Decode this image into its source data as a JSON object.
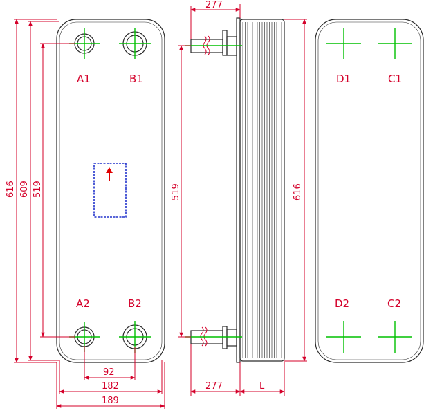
{
  "dimensions": {
    "height_outer": "616",
    "height_inner": "609",
    "port_spacing_vertical_front": "519",
    "port_spacing_vertical_side": "519",
    "height_side": "616",
    "port_spacing_horizontal": "92",
    "width_inner": "182",
    "width_outer": "189",
    "connection_length_top": "277",
    "connection_length_bottom": "277",
    "pack_length": "L"
  },
  "ports": {
    "front": [
      "A1",
      "B1",
      "A2",
      "B2"
    ],
    "back": [
      "D1",
      "C1",
      "D2",
      "C2"
    ]
  },
  "colors": {
    "dimension": "#d4002a",
    "outline": "#2a2a2a",
    "centerline": "#00c000",
    "label_box": "#2233cc",
    "flow_arrow": "#e00000"
  },
  "icons": {
    "flow_arrow": "arrow-up-icon"
  }
}
